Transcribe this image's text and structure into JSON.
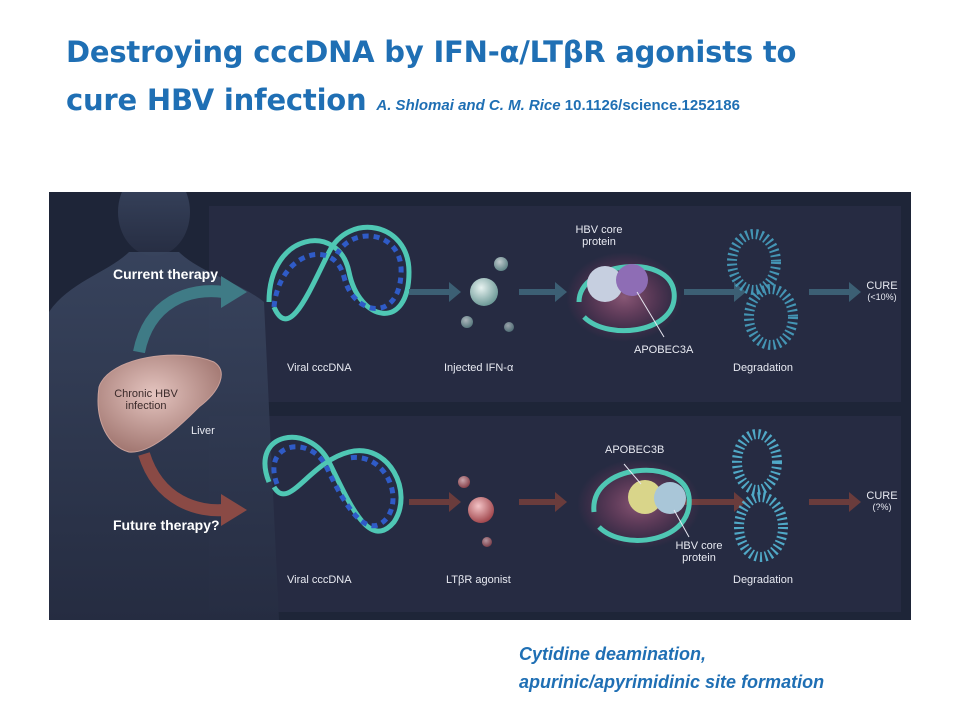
{
  "slide": {
    "title_line1": "Destroying cccDNA by IFN-α/LTβR agonists to",
    "title_line2": "cure HBV infection",
    "authors": "A. Shlomai and C. M. Rice",
    "doi": "10.1126/science.1252186",
    "caption_line1": "Cytidine deamination,",
    "caption_line2": "apurinic/apyrimidinic site formation"
  },
  "figure": {
    "current_therapy": "Current therapy",
    "future_therapy": "Future therapy?",
    "liver_label_line1": "Chronic HBV",
    "liver_label_line2": "infection",
    "liver": "Liver",
    "top": {
      "viral": "Viral cccDNA",
      "injected": "Injected IFN-α",
      "core_line1": "HBV core",
      "core_line2": "protein",
      "apobec": "APOBEC3A",
      "degradation": "Degradation",
      "cure": "CURE",
      "cure_pct": "(<10%)"
    },
    "bottom": {
      "viral": "Viral cccDNA",
      "agonist": "LTβR agonist",
      "apobec": "APOBEC3B",
      "core_line1": "HBV core",
      "core_line2": "protein",
      "degradation": "Degradation",
      "cure": "CURE",
      "cure_pct": "(?%)"
    },
    "colors": {
      "title": "#1f6fb4",
      "background": "#1e2538",
      "panel": "#2a2f47",
      "arrow_top": "#3f7b86",
      "arrow_bottom": "#8a4a45"
    }
  }
}
